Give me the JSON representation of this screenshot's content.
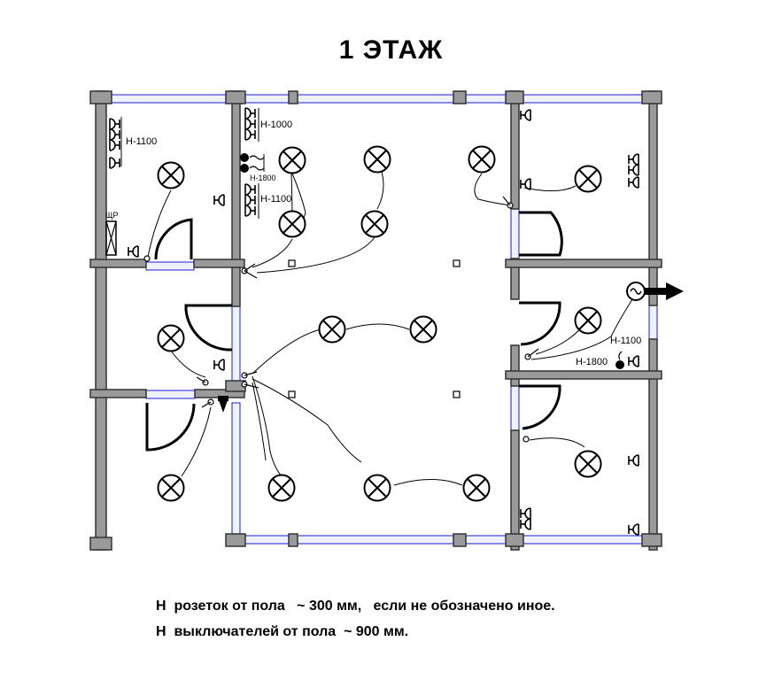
{
  "title": "1 ЭТАЖ",
  "notes": {
    "line1": "Н  розеток от пола   ~ 300 мм,   если не обозначено иное.",
    "line2": "Н  выключателей от пола  ~ 900 мм."
  },
  "labels": {
    "h1100_left": "Н-1100",
    "h1000": "Н-1000",
    "h1800_left": "Н-1800",
    "h1100_mid": "Н-1100",
    "panel": "ЩР",
    "h1100_right": "Н-1100",
    "h1800_right": "Н-1800"
  },
  "colors": {
    "wall": "#9a9a9a",
    "window": "#1c1cd0",
    "line": "#000000"
  }
}
